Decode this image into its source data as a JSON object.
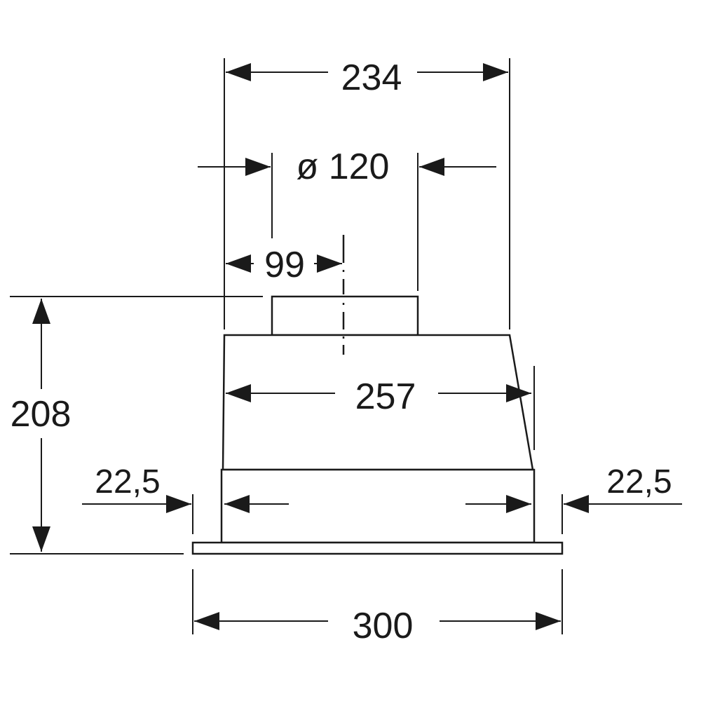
{
  "dimensions": {
    "top_width": "234",
    "duct_diameter": "ø 120",
    "duct_offset": "99",
    "height": "208",
    "inner_width": "257",
    "left_margin": "22,5",
    "right_margin": "22,5",
    "overall_width": "300"
  }
}
